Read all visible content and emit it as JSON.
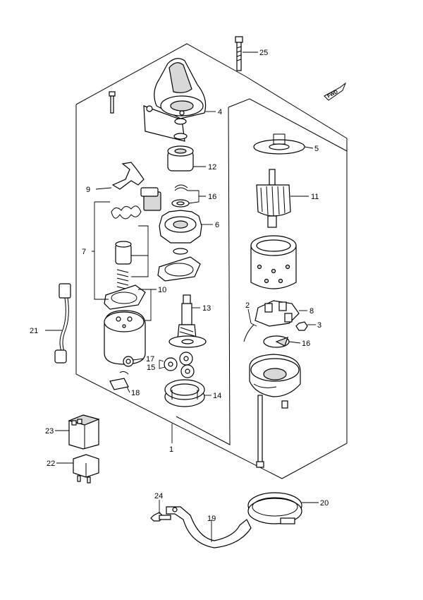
{
  "fwd_label": "FWD",
  "callouts": {
    "c1": "1",
    "c2": "2",
    "c3": "3",
    "c4": "4",
    "c5": "5",
    "c6": "6",
    "c7": "7",
    "c8": "8",
    "c9": "9",
    "c10": "10",
    "c11": "11",
    "c12": "12",
    "c13": "13",
    "c14": "14",
    "c15": "15",
    "c16a": "16",
    "c16b": "16",
    "c17": "17",
    "c18": "18",
    "c19": "19",
    "c20": "20",
    "c21": "21",
    "c22": "22",
    "c23": "23",
    "c24": "24",
    "c25": "25"
  }
}
